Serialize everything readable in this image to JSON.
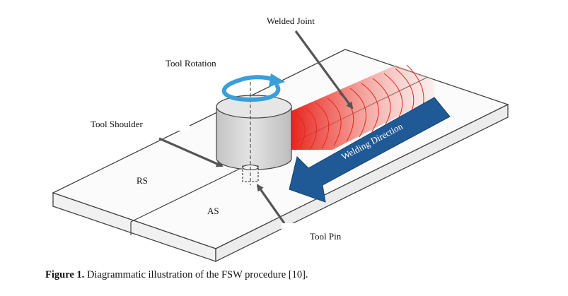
{
  "labels": {
    "welded_joint": "Welded Joint",
    "tool_rotation": "Tool Rotation",
    "tool_shoulder": "Tool Shoulder",
    "rs": "RS",
    "as": "AS",
    "tool_pin": "Tool Pin",
    "welding_direction": "Welding Direction"
  },
  "caption": {
    "prefix": "Figure 1.",
    "text": " Diagrammatic illustration of the FSW procedure [10]."
  },
  "colors": {
    "weld_red": "#e8201c",
    "direction_arrow": "#1f5a96",
    "rotation_arrow": "#3a9ed8",
    "tool_body": "#d9d9d9",
    "plate_edge": "#444444",
    "pointer_arrow": "#555555"
  }
}
